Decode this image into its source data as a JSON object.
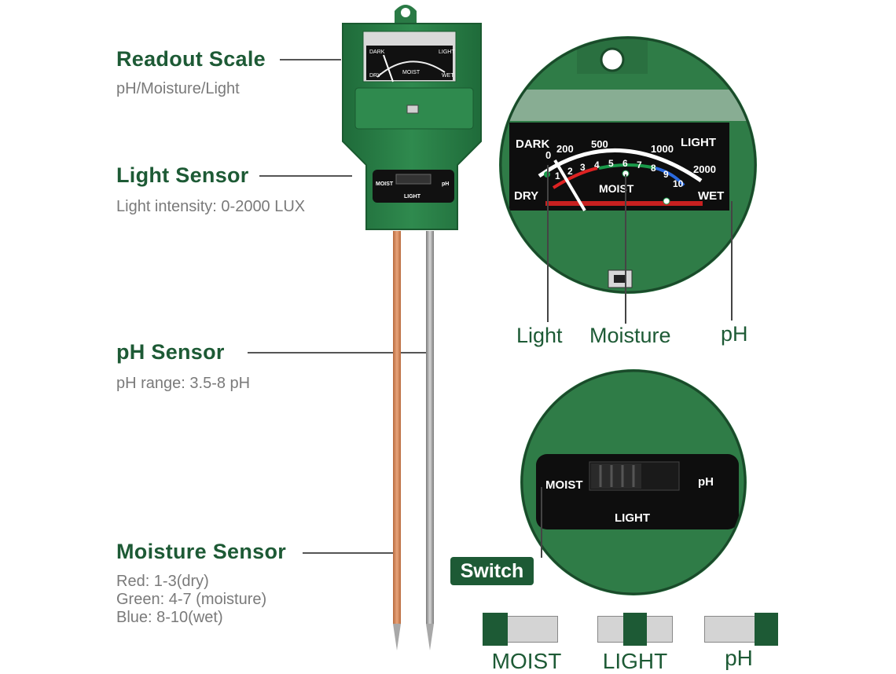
{
  "features": [
    {
      "title": "Readout Scale",
      "lines": [
        "pH/Moisture/Light"
      ]
    },
    {
      "title": "Light Sensor",
      "lines": [
        "Light intensity: 0-2000 LUX"
      ]
    },
    {
      "title": "pH Sensor",
      "lines": [
        "pH range: 3.5-8 pH"
      ]
    },
    {
      "title": "Moisture Sensor",
      "lines": [
        "Red: 1-3(dry)",
        "Green: 4-7 (moisture)",
        "Blue: 8-10(wet)"
      ]
    }
  ],
  "meter": {
    "dark": "DARK",
    "light": "LIGHT",
    "dry": "DRY",
    "wet": "WET",
    "moist": "MOIST",
    "lux_ticks": [
      "0",
      "200",
      "500",
      "1000",
      "2000"
    ],
    "moist_ticks": [
      "1",
      "2",
      "3",
      "4",
      "5",
      "6",
      "7",
      "8",
      "9",
      "10"
    ]
  },
  "switch_panel": {
    "left": "MOIST",
    "right": "pH",
    "bottom": "LIGHT"
  },
  "zoom_callouts": {
    "light": "Light",
    "moisture": "Moisture",
    "ph": "pH"
  },
  "switch_label": "Switch",
  "positions": {
    "moist": "MOIST",
    "light": "LIGHT",
    "ph": "pH"
  },
  "colors": {
    "green": "#2c7a45",
    "dark_green": "#1d5a35",
    "copper": "#d68a5c",
    "steel": "#9a9a9a"
  }
}
